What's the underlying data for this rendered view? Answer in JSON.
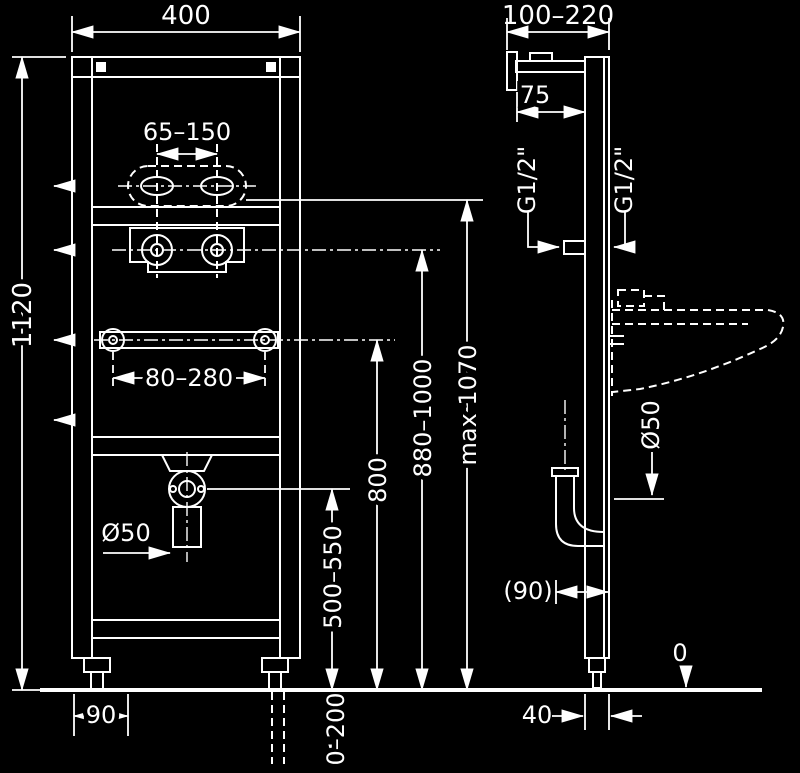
{
  "drawing": {
    "front": {
      "width": "400",
      "height": "1120",
      "tap_centers": "65–150",
      "rail_range": "80–280",
      "drain_diameter": "Ø50",
      "drain_height": "500–550",
      "rail_height": "800",
      "connection_height": "880–1000",
      "max_height": "max 1070",
      "foot_offset": "90",
      "below_floor_range": "0–200"
    },
    "side": {
      "bracket_range": "100–220",
      "bracket_offset": "75",
      "thread_front": "G1/2\"",
      "thread_back": "G1/2\"",
      "drain_diameter": "Ø50",
      "drain_offset": "(90)",
      "foot_depth": "40",
      "floor_level": "0"
    }
  }
}
